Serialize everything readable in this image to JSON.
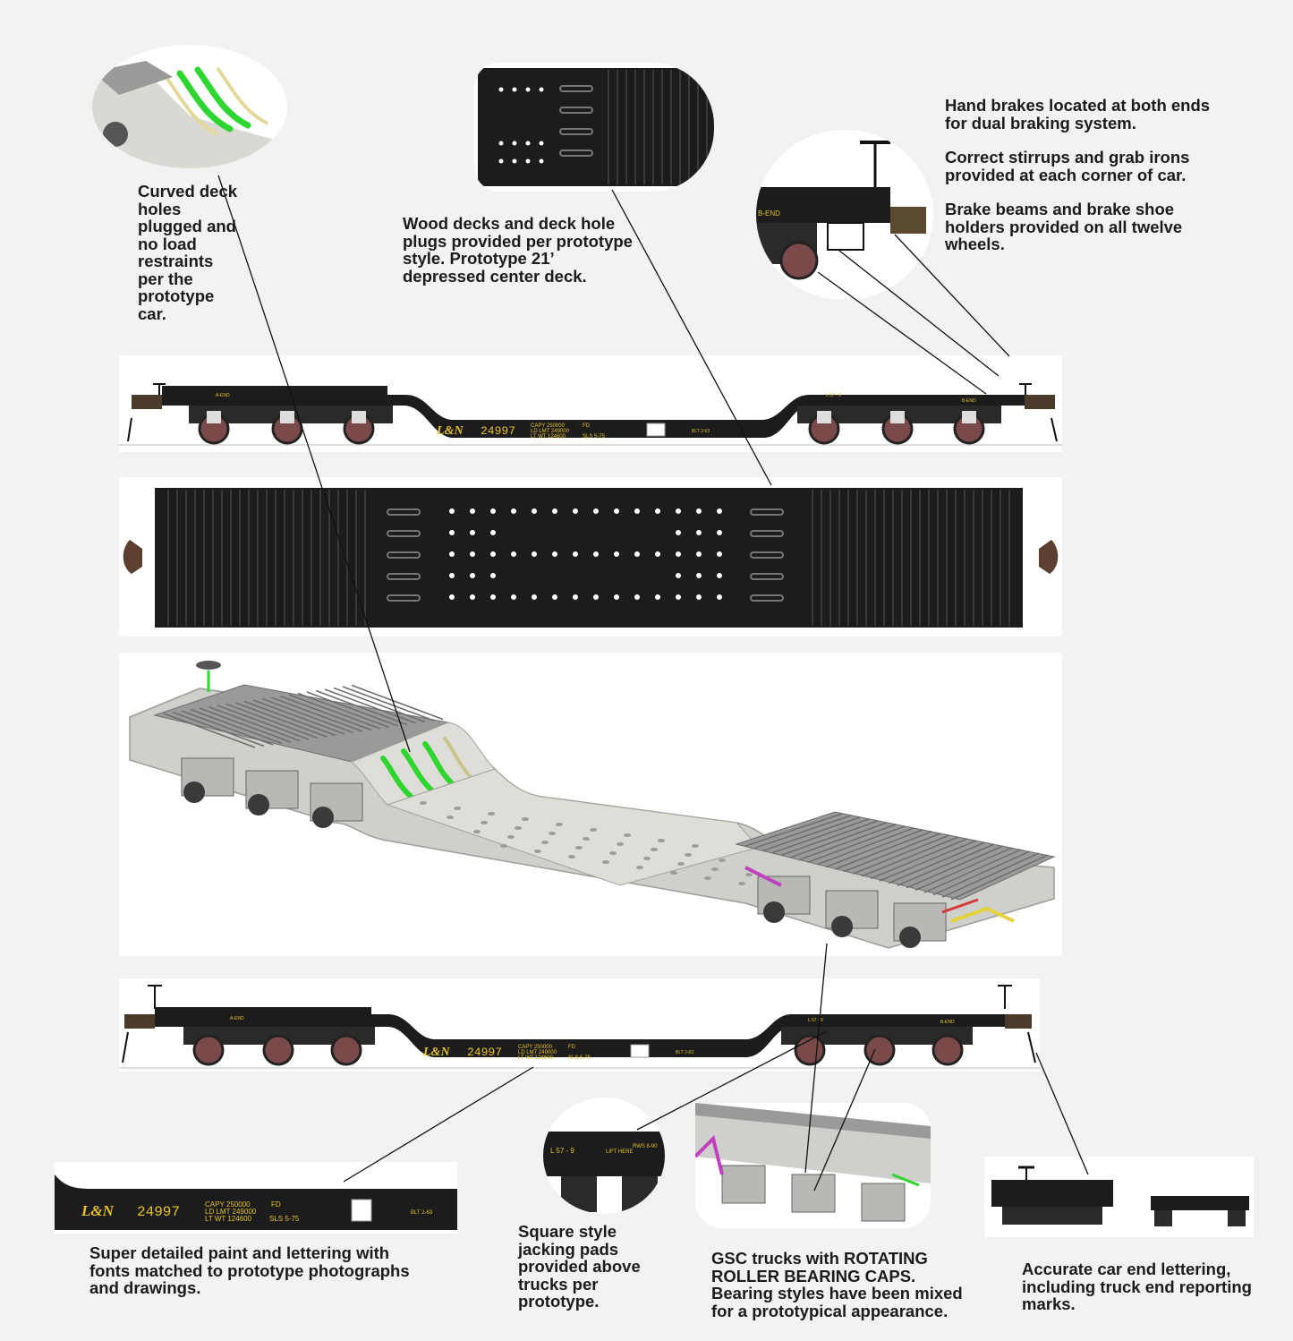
{
  "car": {
    "road": "L&N",
    "number": "24997",
    "capy": "CAPY  250000",
    "ldlmt": "LD LMT 249000",
    "ltwt": "LT WT  124600",
    "fd": "FD",
    "sls": "SLS 5-75",
    "blt": "BLT 2-63",
    "a_end": "A-END",
    "b_end": "B-END",
    "l57": "L 57 - 9",
    "lift": "LIFT HERE",
    "rws": "RWS 8-90"
  },
  "callouts": {
    "curved_deck": "Curved deck holes plugged and no load restraints per the prototype car.",
    "wood_deck": "Wood decks and deck hole plugs provided per prototype style.  Prototype 21’ depressed center deck.",
    "hand_brakes": "Hand brakes located at both ends for dual braking system.",
    "stirrups": "Correct stirrups  and grab irons provided at each corner of car.",
    "brake_beams": "Brake beams and brake shoe holders provided on all twelve wheels.",
    "paint": "Super detailed paint and lettering with fonts matched to prototype photographs and drawings.",
    "jacking": "Square style jacking pads provided above trucks  per prototype.",
    "gsc_title": "GSC trucks with ROTATING ROLLER BEARING CAPS.",
    "gsc_body": "Bearing styles have been mixed for a prototypical appearance.",
    "car_end": "Accurate car end lettering, including truck end reporting marks."
  },
  "colors": {
    "background": "#f2f2f2",
    "car_black": "#1c1c1c",
    "lettering": "#e6c229",
    "plug_green": "#2fd62f",
    "deck_grey": "#9a9a9a",
    "frame_grey": "#cfcfcb"
  }
}
